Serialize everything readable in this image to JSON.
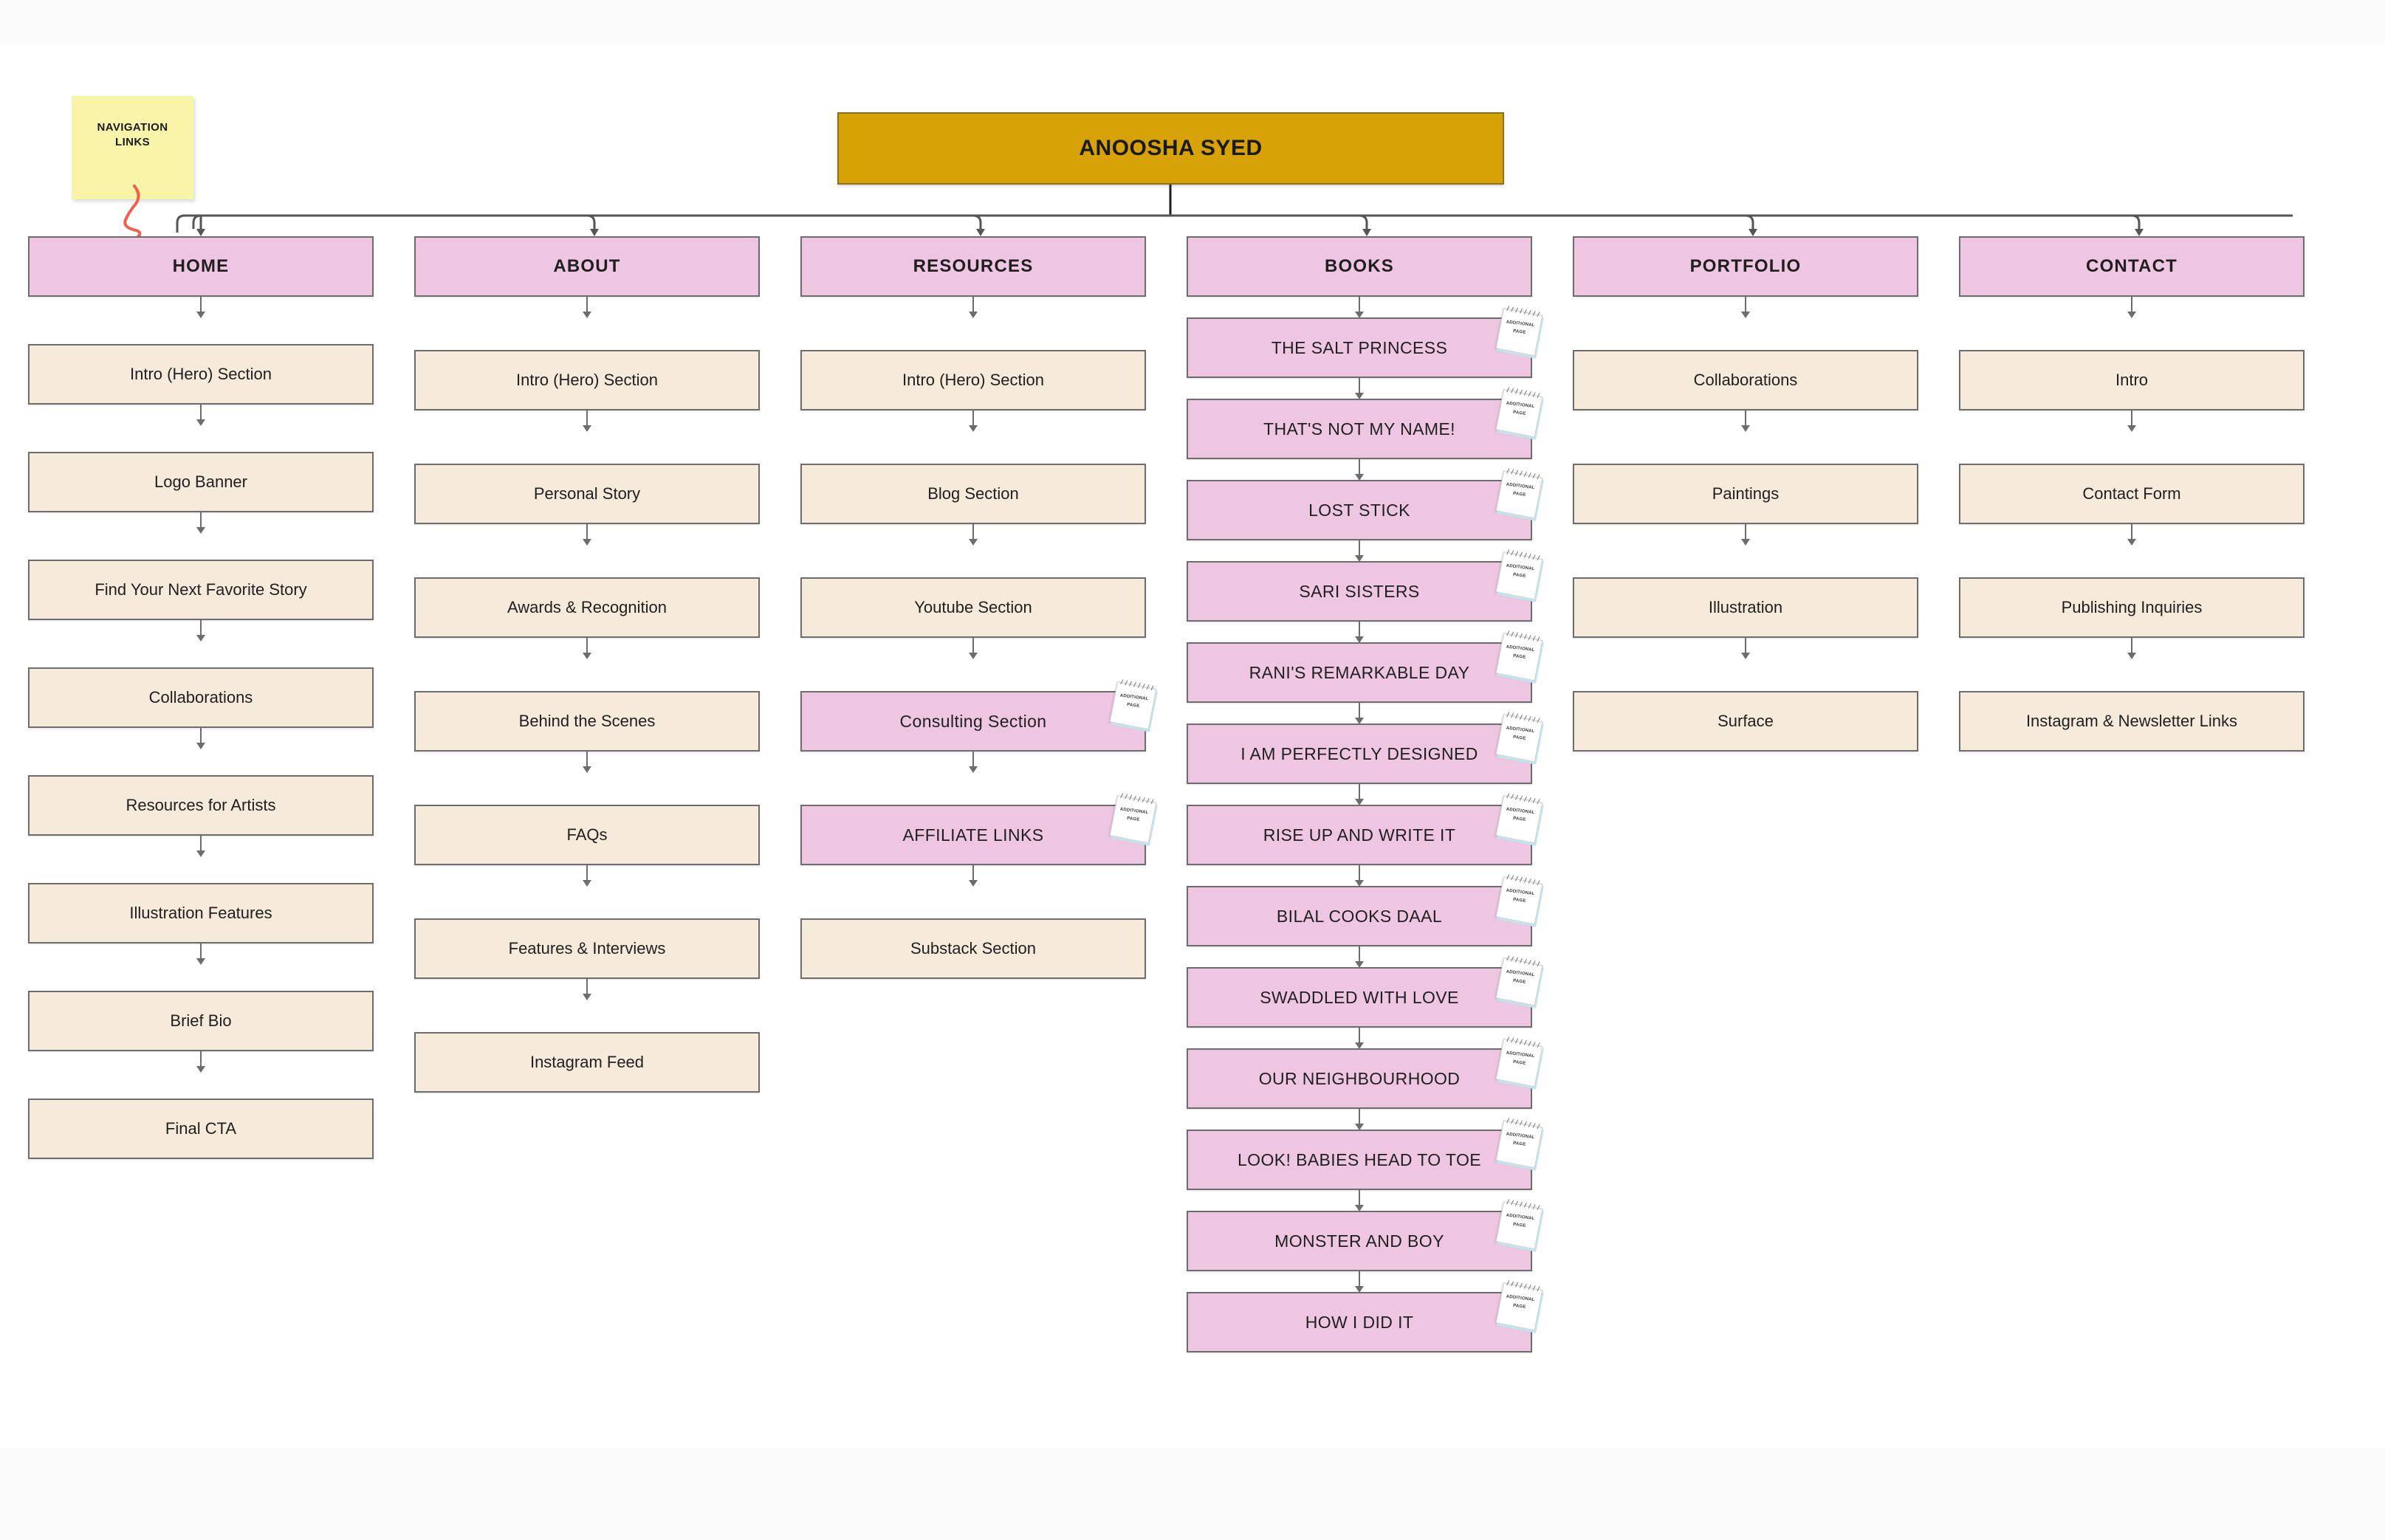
{
  "root": {
    "title": "ANOOSHA SYED",
    "color": "#D6A206"
  },
  "annotation": {
    "sticky_note": "NAVIGATION LINKS",
    "sticky_color": "#FAF4A8",
    "arrow_color": "#F06050",
    "points_to": "HOME"
  },
  "badge": {
    "line1": "ADDITIONAL",
    "line2": "PAGE"
  },
  "palette": {
    "header_pink": "#EFC6E2",
    "node_cream": "#F6EBDA",
    "node_pink": "#EFC6E2",
    "border": "#6d6d6d",
    "root_gold": "#D6A206"
  },
  "columns": [
    {
      "header": "HOME",
      "items": [
        {
          "label": "Intro (Hero) Section",
          "style": "cream",
          "badge": false
        },
        {
          "label": "Logo Banner",
          "style": "cream",
          "badge": false
        },
        {
          "label": "Find Your Next Favorite Story",
          "style": "cream",
          "badge": false
        },
        {
          "label": "Collaborations",
          "style": "cream",
          "badge": false
        },
        {
          "label": "Resources for Artists",
          "style": "cream",
          "badge": false
        },
        {
          "label": "Illustration Features",
          "style": "cream",
          "badge": false
        },
        {
          "label": "Brief Bio",
          "style": "cream",
          "badge": false
        },
        {
          "label": "Final CTA",
          "style": "cream",
          "badge": false
        }
      ]
    },
    {
      "header": "ABOUT",
      "items": [
        {
          "label": "Intro (Hero) Section",
          "style": "cream",
          "badge": false
        },
        {
          "label": "Personal Story",
          "style": "cream",
          "badge": false
        },
        {
          "label": "Awards & Recognition",
          "style": "cream",
          "badge": false
        },
        {
          "label": "Behind the Scenes",
          "style": "cream",
          "badge": false
        },
        {
          "label": "FAQs",
          "style": "cream",
          "badge": false
        },
        {
          "label": "Features & Interviews",
          "style": "cream",
          "badge": false
        },
        {
          "label": "Instagram Feed",
          "style": "cream",
          "badge": false
        }
      ]
    },
    {
      "header": "RESOURCES",
      "items": [
        {
          "label": "Intro (Hero) Section",
          "style": "cream",
          "badge": false
        },
        {
          "label": "Blog Section",
          "style": "cream",
          "badge": false
        },
        {
          "label": "Youtube Section",
          "style": "cream",
          "badge": false
        },
        {
          "label": "Consulting Section",
          "style": "pink",
          "badge": true
        },
        {
          "label": "AFFILIATE LINKS",
          "style": "pink",
          "badge": true
        },
        {
          "label": "Substack Section",
          "style": "cream",
          "badge": false
        }
      ]
    },
    {
      "header": "BOOKS",
      "items": [
        {
          "label": "THE SALT PRINCESS",
          "style": "pink",
          "badge": true
        },
        {
          "label": "THAT'S NOT MY NAME!",
          "style": "pink",
          "badge": true
        },
        {
          "label": "LOST STICK",
          "style": "pink",
          "badge": true
        },
        {
          "label": "SARI SISTERS",
          "style": "pink",
          "badge": true
        },
        {
          "label": "RANI'S REMARKABLE DAY",
          "style": "pink",
          "badge": true
        },
        {
          "label": "I AM PERFECTLY DESIGNED",
          "style": "pink",
          "badge": true
        },
        {
          "label": "RISE UP AND WRITE IT",
          "style": "pink",
          "badge": true
        },
        {
          "label": "BILAL COOKS DAAL",
          "style": "pink",
          "badge": true
        },
        {
          "label": "SWADDLED WITH LOVE",
          "style": "pink",
          "badge": true
        },
        {
          "label": "OUR NEIGHBOURHOOD",
          "style": "pink",
          "badge": true
        },
        {
          "label": "LOOK! BABIES HEAD TO TOE",
          "style": "pink",
          "badge": true
        },
        {
          "label": "MONSTER AND BOY",
          "style": "pink",
          "badge": true
        },
        {
          "label": "HOW I DID IT",
          "style": "pink",
          "badge": true
        }
      ]
    },
    {
      "header": "PORTFOLIO",
      "items": [
        {
          "label": "Collaborations",
          "style": "cream",
          "badge": false
        },
        {
          "label": "Paintings",
          "style": "cream",
          "badge": false
        },
        {
          "label": "Illustration",
          "style": "cream",
          "badge": false
        },
        {
          "label": "Surface",
          "style": "cream",
          "badge": false
        }
      ]
    },
    {
      "header": "CONTACT",
      "items": [
        {
          "label": "Intro",
          "style": "cream",
          "badge": false
        },
        {
          "label": "Contact Form",
          "style": "cream",
          "badge": false
        },
        {
          "label": "Publishing Inquiries",
          "style": "cream",
          "badge": false
        },
        {
          "label": "Instagram & Newsletter Links",
          "style": "cream",
          "badge": false
        }
      ]
    }
  ]
}
